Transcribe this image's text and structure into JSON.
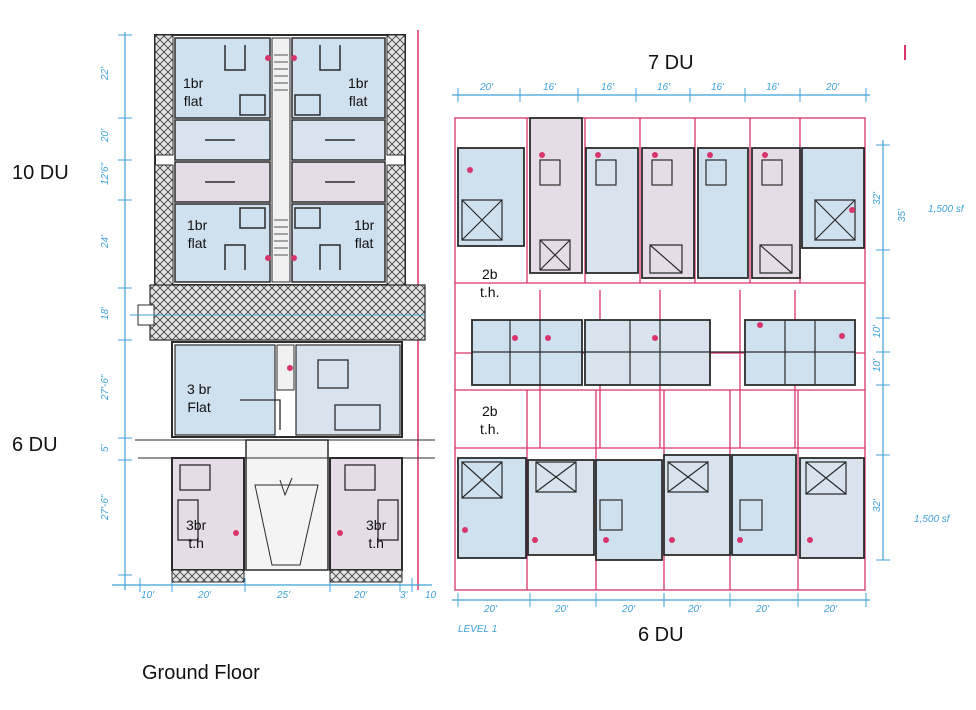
{
  "labels": {
    "du_top_left": "10 DU",
    "du_mid_left": "6 DU",
    "du_top_right": "7 DU",
    "du_bottom_right": "6 DU",
    "caption": "Ground Floor"
  },
  "rooms": {
    "flat_tl": "1br\nflat",
    "flat_tr": "1br\nflat",
    "flat_ml": "1br\nflat",
    "flat_mr": "1br\nflat",
    "flat_3br": "3 br\nFlat",
    "th_3br_left": "3br\nt.h",
    "th_3br_right": "3br\nt.h",
    "th_2b_upper": "2b\nt.h.",
    "th_2b_lower": "2b\nt.h."
  },
  "dimensions": {
    "left_bottom": [
      "10'",
      "20'",
      "25'",
      "20'",
      "3'",
      "10"
    ],
    "left_side": [
      "22'",
      "20'",
      "12'6\"",
      "24'",
      "18'",
      "27'-6\"",
      "5'",
      "27'-6\""
    ],
    "right_top": [
      "20'",
      "16'",
      "16'",
      "16'",
      "16'",
      "16'",
      "20'"
    ],
    "right_bottom": [
      "20'",
      "20'",
      "20'",
      "20'",
      "20'",
      "20'"
    ],
    "right_side": [
      "32'",
      "35'",
      "10'",
      "10'",
      "32'"
    ],
    "notes": [
      "1,500 sf",
      "1,500 sf",
      "LEVEL 1"
    ]
  },
  "colors": {
    "wall": "#2b2b2b",
    "room_blue": "#cfe0ef",
    "room_pink": "#ead7e2",
    "dim_blue": "#3fa2d8",
    "grid_red": "#d9346b",
    "courtyard_gray": "#d8d8d8"
  }
}
